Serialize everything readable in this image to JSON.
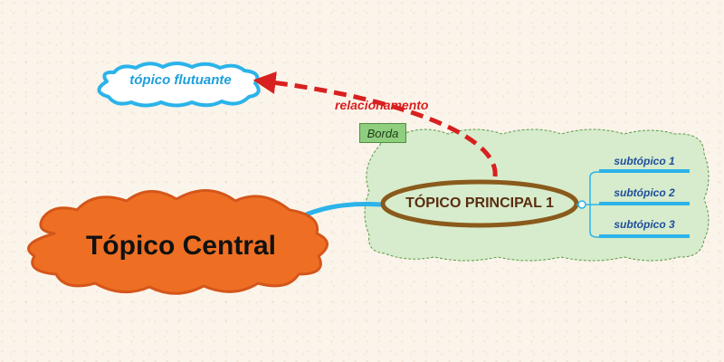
{
  "mindmap": {
    "central_topic": {
      "label": "Tópico Central",
      "fill": "#ee6f23",
      "stroke": "#d4561a"
    },
    "main_topic": {
      "label": "TÓPICO PRINCIPAL 1",
      "stroke": "#8a5a1c"
    },
    "subtopics": [
      {
        "label": "subtópico 1"
      },
      {
        "label": "subtópico 2"
      },
      {
        "label": "subtópico 3"
      }
    ],
    "floating_topic": {
      "label": "tópico flutuante",
      "stroke": "#2bb3ea"
    },
    "relationship": {
      "label": "relacionamento",
      "color": "#d82020"
    },
    "boundary": {
      "label": "Borda",
      "fill": "#d6eccc",
      "stroke": "#5a9a48"
    },
    "branch_color": "#2bb3ea"
  }
}
